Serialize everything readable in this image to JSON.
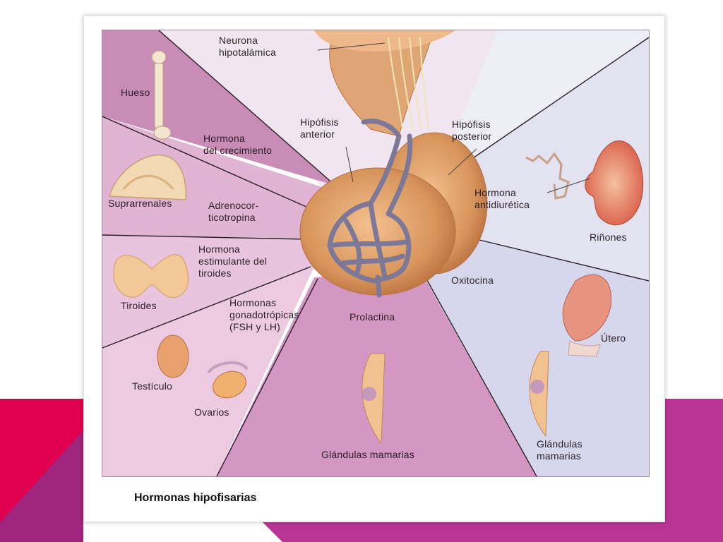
{
  "slide": {
    "accent_colors": [
      "#e0004f",
      "#a0267d",
      "#b83596"
    ]
  },
  "diagram": {
    "labels": {
      "neurona": "Neurona\nhipotalámica",
      "hueso": "Hueso",
      "hormona_crecimiento": "Hormona\ndel crecimiento",
      "hipofisis_anterior": "Hipófisis\nanterior",
      "hipofisis_posterior": "Hipófisis\nposterior",
      "suprarrenales": "Suprarrenales",
      "adrenocorticotropina": "Adrenocor-\nticotropina",
      "hormona_antidiuretica": "Hormona\nantidiurética",
      "rinones": "Riñones",
      "hormona_estimulante_tiroides": "Hormona\nestimulante del\ntiroides",
      "tiroides": "Tiroides",
      "oxitocina": "Oxitocina",
      "hormonas_gonadotropicas": "Hormonas\ngonadotrópicas\n(FSH y LH)",
      "prolactina": "Prolactina",
      "utero": "Útero",
      "testiculo": "Testículo",
      "ovarios": "Ovarios",
      "glandulas_mamarias_center": "Glándulas mamarias",
      "glandulas_mamarias_right": "Glándulas\nmamarias"
    }
  },
  "caption": "Hormonas hipofisarias"
}
